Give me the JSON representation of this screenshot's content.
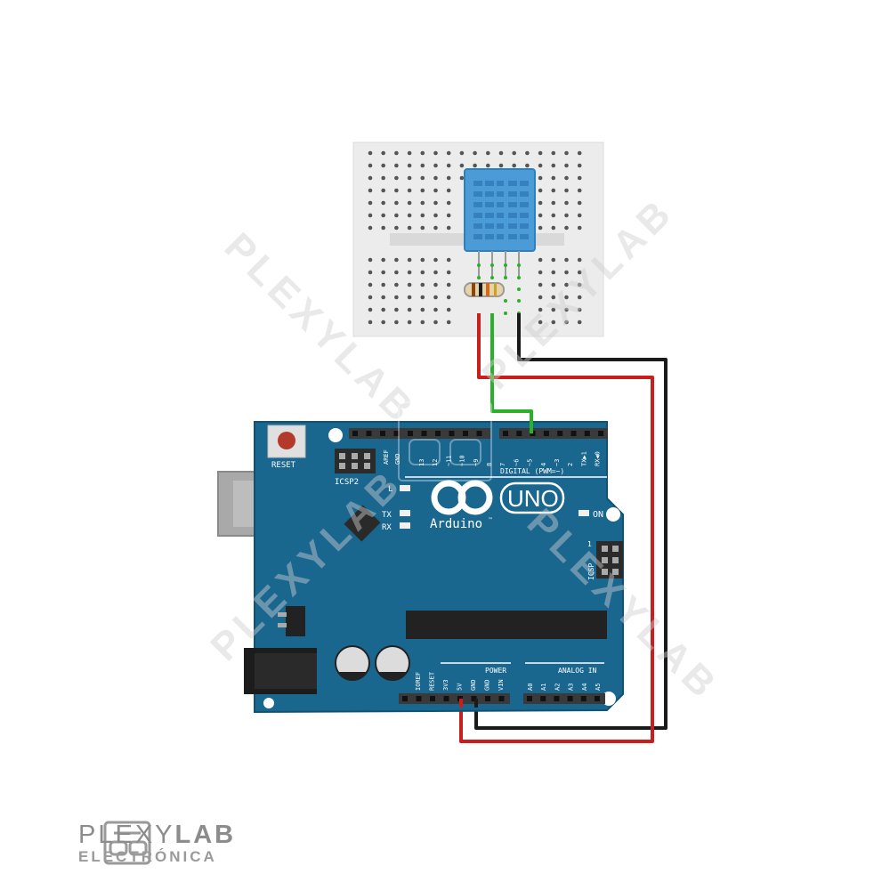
{
  "board": {
    "reset_label": "RESET",
    "icsp2_label": "ICSP2",
    "aref_label": "AREF",
    "gnd_top_label": "GND",
    "digital_label": "DIGITAL (PWM=~)",
    "digital_pins": [
      "13",
      "12",
      "~11",
      "~10",
      "~9",
      "8",
      "7",
      "~6",
      "~5",
      "4",
      "~3",
      "2",
      "TX▶1",
      "RX◀0"
    ],
    "l_label": "L",
    "tx_label": "TX",
    "rx_label": "RX",
    "on_label": "ON",
    "brand_label": "Arduino",
    "tm_label": "™",
    "uno_label": "UNO",
    "icsp_label": "ICSP",
    "icsp_one": "1",
    "power_label": "POWER",
    "analog_label": "ANALOG IN",
    "power_pins": [
      "IOREF",
      "RESET",
      "3V3",
      "5V",
      "GND",
      "GND",
      "VIN"
    ],
    "analog_pins": [
      "A0",
      "A1",
      "A2",
      "A3",
      "A4",
      "A5"
    ]
  },
  "watermark": {
    "text": "PLEXYLAB"
  },
  "footer": {
    "brand_a": "PLEXY",
    "brand_b": "LAB",
    "subtitle": "ELECTRÓNICA"
  },
  "colors": {
    "board": "#19668f",
    "board_edge": "#0f5276",
    "breadboard": "#ececec",
    "sensor": "#4a9bd6",
    "wire_red": "#c81e1e",
    "wire_black": "#1a1a1a",
    "wire_green": "#2ab12a",
    "header": "#3a3a3a"
  }
}
